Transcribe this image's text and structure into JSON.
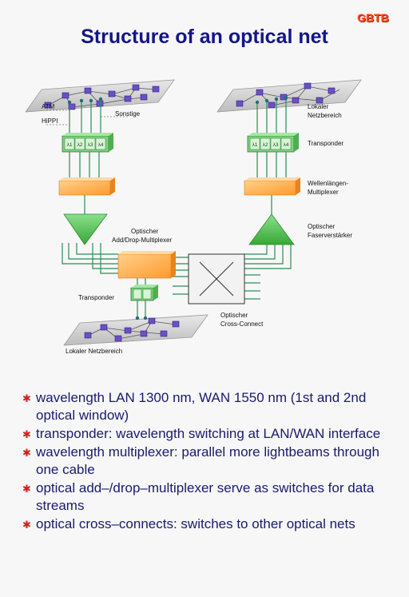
{
  "logo_text": "GBTB",
  "title": "Structure of an optical net",
  "diagram": {
    "atm": "ATM",
    "hippi": "HiPPI",
    "sonstige": "Sonstige",
    "lokaler_netzbereich_top_line1": "Lokaler",
    "lokaler_netzbereich_top_line2": "Netzbereich",
    "transponder_right": "Transponder",
    "wellen_line1": "Wellenlängen-",
    "wellen_line2": "Multiplexer",
    "faser_line1": "Optischer",
    "faser_line2": "Faserverstärker",
    "adddrop_line1": "Optischer",
    "adddrop_line2": "Add/Drop-Multiplexer",
    "transponder_bottom": "Transponder",
    "crossconnect_line1": "Optischer",
    "crossconnect_line2": "Cross-Connect",
    "lokaler_netzbereich_bottom": "Lokaler Netzbereich",
    "transponder_cells": [
      "λ1",
      "λ2",
      "λ3",
      "λ4"
    ]
  },
  "bullets": [
    "wavelength LAN 1300 nm, WAN 1550 nm (1st and 2nd optical window)",
    "transponder: wavelength switching at LAN/WAN interface",
    "wavelength multiplexer: parallel more lightbeams through one cable",
    "optical add–/drop–multiplexer serve as switches for data streams",
    "optical cross–connects: switches to other optical nets"
  ],
  "bullet_marker": "✱",
  "colors": {
    "title": "#14148a",
    "logo": "#ff4a1a",
    "bullet_text": "#1a1a6e",
    "bullet_marker": "#d02020",
    "fiber": "#2e8b57",
    "transponder": "#7ed37e",
    "multiplexer": "#ffb35c",
    "amplifier": "#5cc85c"
  }
}
